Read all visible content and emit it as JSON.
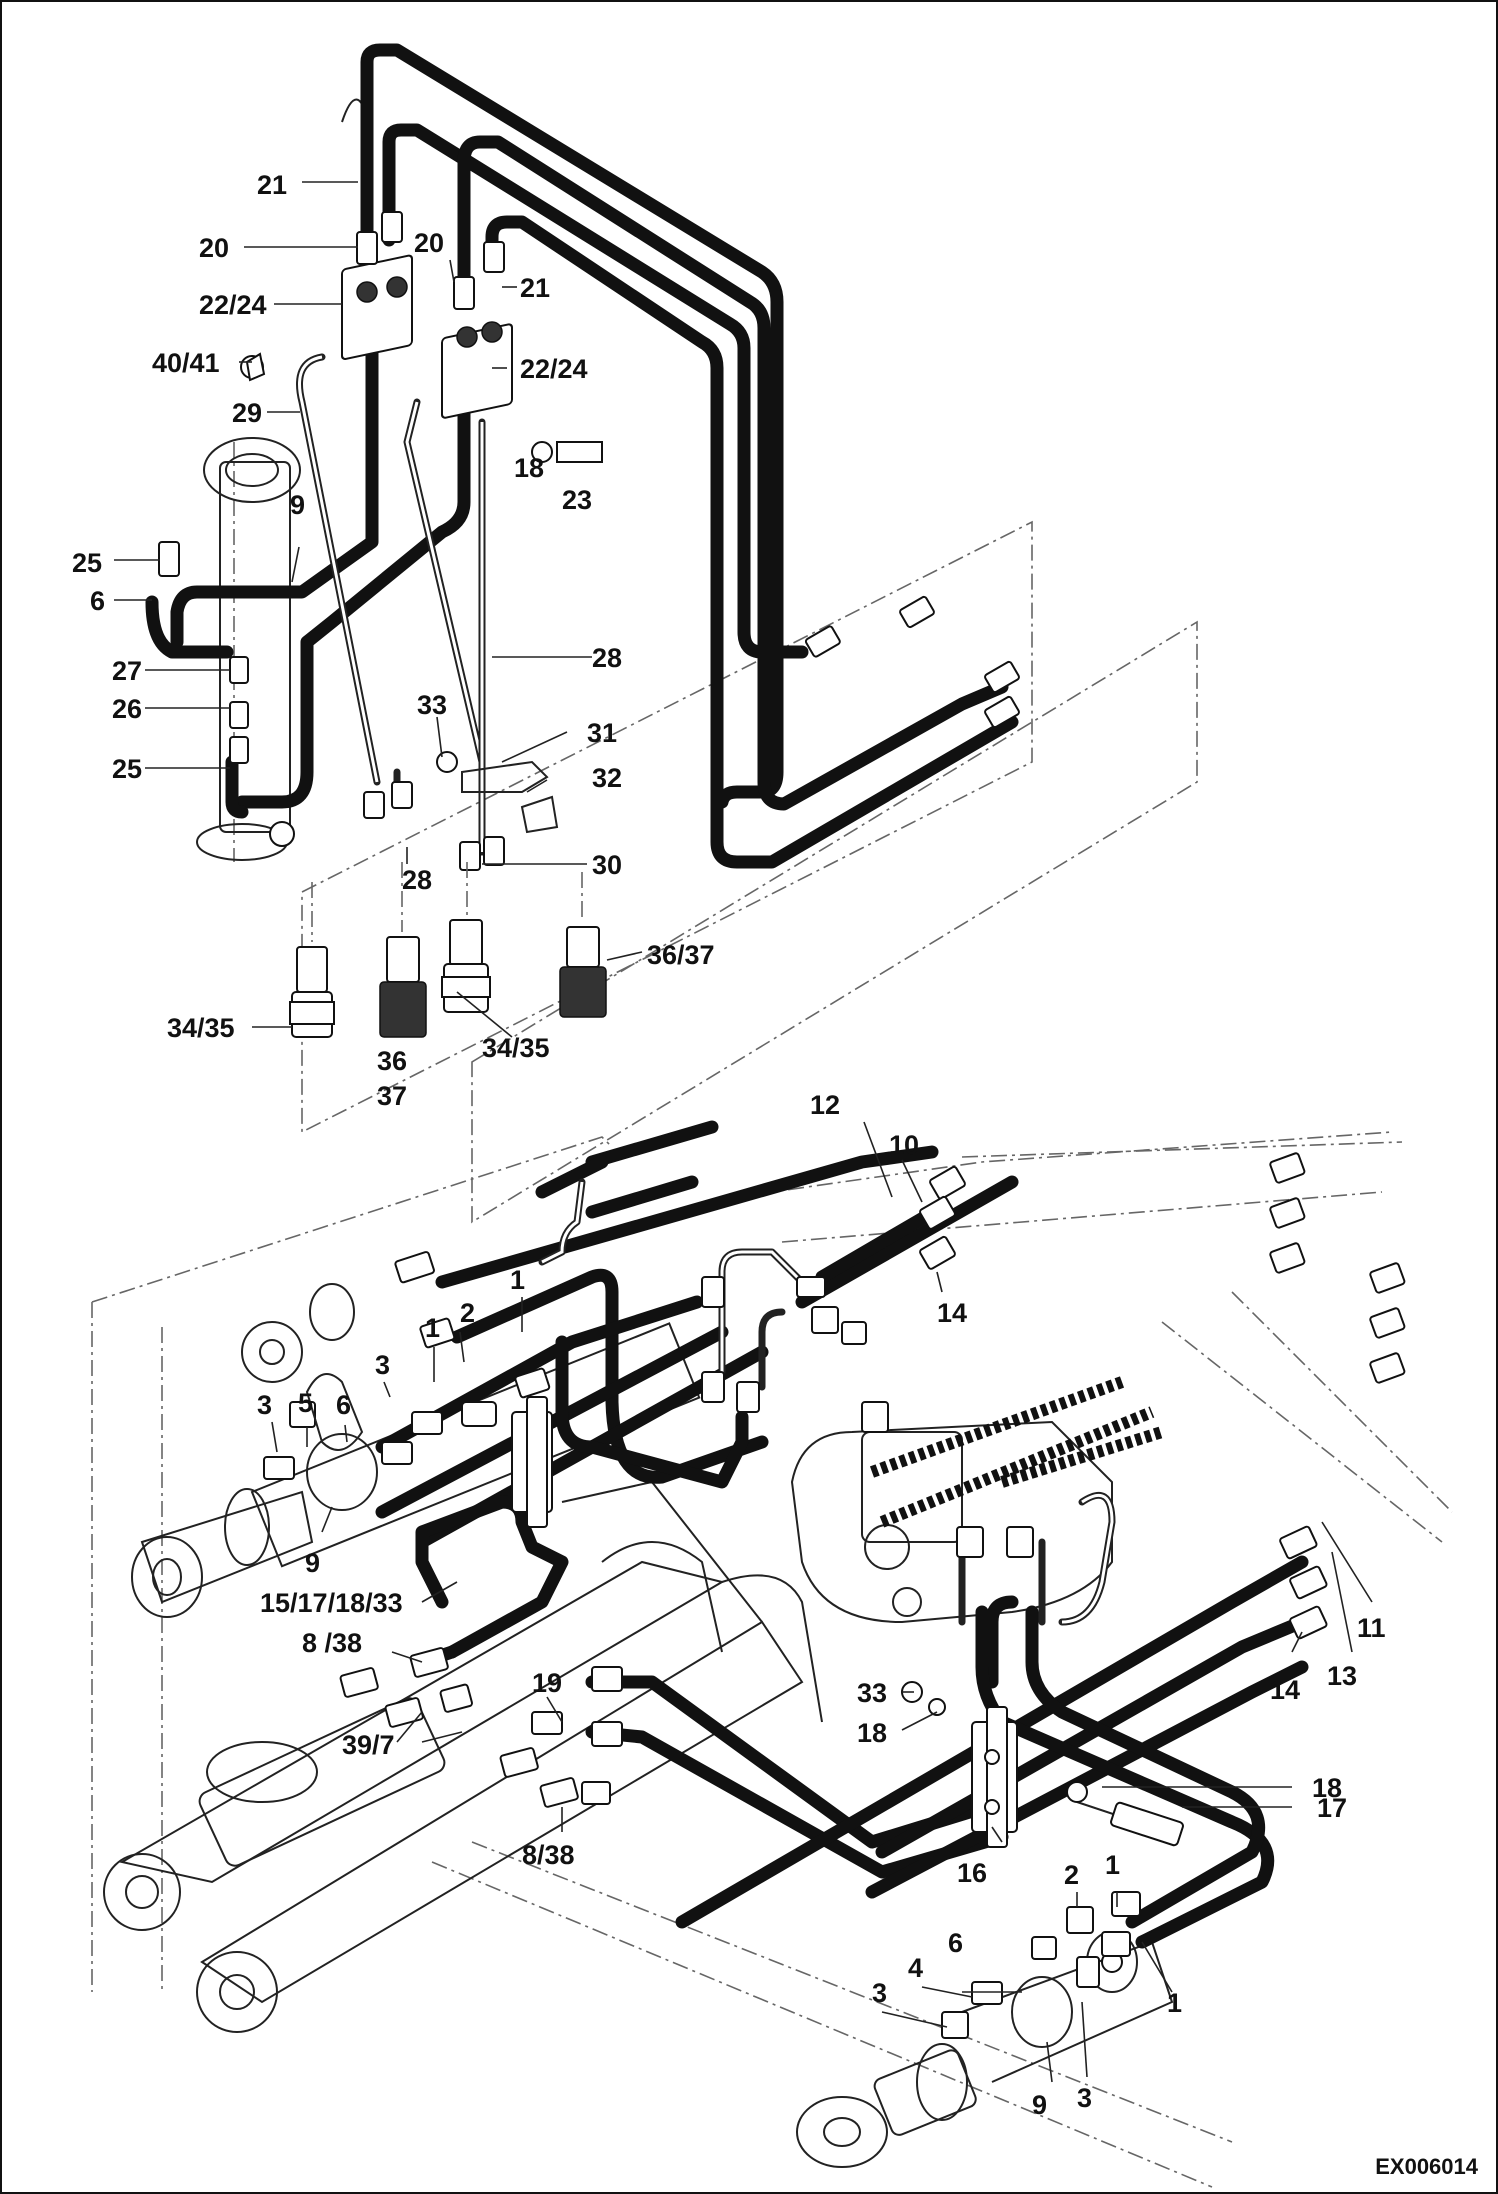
{
  "drawing_code": "EX006014",
  "callouts_top": [
    "21",
    "20",
    "22/24",
    "40/41",
    "29",
    "9",
    "25",
    "6",
    "27",
    "26",
    "25",
    "20",
    "21",
    "22/24",
    "18",
    "23",
    "28",
    "33",
    "31",
    "32",
    "30",
    "28",
    "36/37",
    "34/35",
    "36",
    "37",
    "34/35"
  ],
  "callouts_bottom": [
    "12",
    "10",
    "14",
    "1",
    "2",
    "1",
    "3",
    "5",
    "6",
    "3",
    "9",
    "15/17/18/33",
    "8 /38",
    "39/7",
    "19",
    "8/38",
    "33",
    "18",
    "16",
    "18",
    "17",
    "11",
    "13",
    "14",
    "2",
    "1",
    "6",
    "4",
    "3",
    "1",
    "9",
    "3"
  ]
}
